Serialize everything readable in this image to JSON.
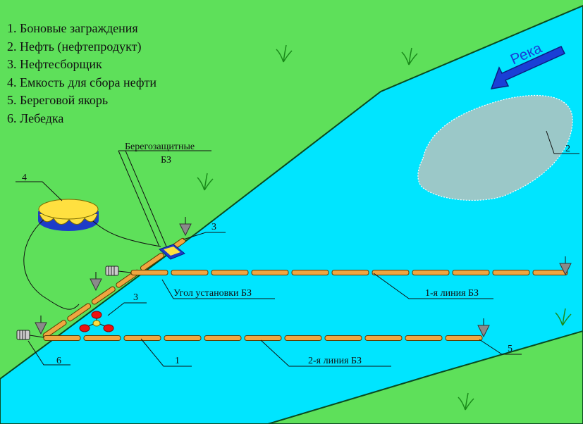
{
  "legend": [
    "1. Боновые заграждения",
    "2. Нефть (нефтепродукт)",
    "3. Нефтесборщик",
    "4. Емкость для сбора нефти",
    "5. Береговой якорь",
    "6. Лебедка"
  ],
  "labels": {
    "river": "Река",
    "shore_protection_1": "Берегозащитные",
    "shore_protection_2": "БЗ",
    "angle": "Угол установки БЗ",
    "line1": "1-я линия БЗ",
    "line2": "2-я линия БЗ",
    "num_1": "1",
    "num_2": "2",
    "num_3a": "3",
    "num_3b": "3",
    "num_4": "4",
    "num_5": "5",
    "num_6": "6"
  },
  "colors": {
    "land": "#5ee05a",
    "water": "#00e5ff",
    "oil": "#9bc8c8",
    "boom": "#f0a640",
    "arrow": "#1a3fd6",
    "tank": "#ffe040",
    "tank_base": "#1e3cc8",
    "skimmer_float": "#ee1111"
  },
  "icons": {
    "river_arrow": "arrow-left-down-icon",
    "anchor": "anchor-triangle-icon",
    "winch": "winch-icon",
    "grass": "grass-icon"
  }
}
